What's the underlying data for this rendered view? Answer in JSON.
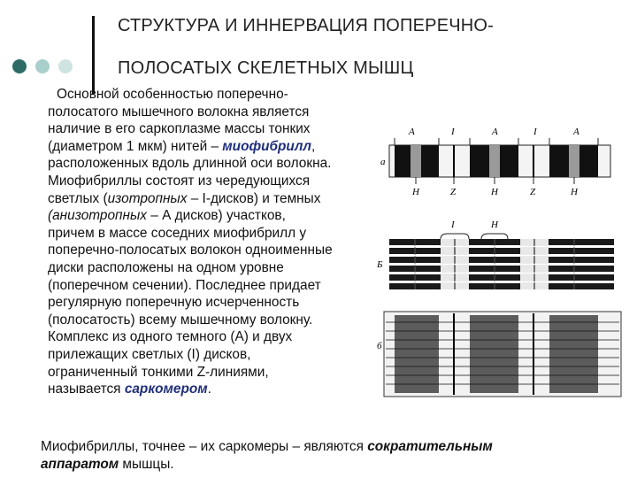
{
  "title": {
    "line1": "СТРУКТУРА И ИННЕРВАЦИЯ ПОПЕРЕЧНО-",
    "line2": "ПОЛОСАТЫХ СКЕЛЕТНЫХ МЫШЦ"
  },
  "decoration": {
    "dot_colors": [
      "#2e6b66",
      "#a8cfcc",
      "#cfe3e1"
    ]
  },
  "paragraph": {
    "l1": "Основной особенностью поперечно-",
    "l2": "полосатого мышечного волокна является",
    "l3": "наличие в его саркоплазме массы тонких",
    "l4a": "(диаметром 1 мкм) нитей – ",
    "l4b": "миофибрилл",
    "l4c": ",",
    "l5": "расположенных вдоль длинной оси волокна.",
    "l6": "Миофибриллы состоят из чередующихся",
    "l7a": "светлых (",
    "l7b": "изотропных",
    "l7c": " – I-дисков) и темных",
    "l8a": "(анизотропных",
    "l8b": " – А дисков) участков,",
    "l9": "причем в массе соседних миофибрилл у",
    "l10": "поперечно-полосатых волокон одноименные",
    "l11": "диски расположены на одном уровне",
    "l12": "(поперечном сечении). Последнее придает",
    "l13": "регулярную поперечную исчерченность",
    "l14": "(полосатость) всему мышечному волокну.",
    "l15": "Комплекс из одного темного (А) и двух",
    "l16": "прилежащих светлых (I) дисков,",
    "l17": "ограниченный тонкими Z-линиями,",
    "l18a": "называется ",
    "l18b": "саркомером",
    "l18c": "."
  },
  "bottom": {
    "l1a": "Миофибриллы, точнее – их саркомеры – являются ",
    "l1b": "сократительным",
    "l2a": "аппаратом",
    "l2b": " мышцы."
  },
  "figure": {
    "panel_a": {
      "tag": "а",
      "top_labels": [
        "A",
        "I",
        "A",
        "I",
        "A"
      ],
      "bottom_labels": [
        "H",
        "Z",
        "H",
        "Z",
        "H"
      ]
    },
    "panel_b": {
      "tag": "Б",
      "labels": [
        "I",
        "H"
      ]
    },
    "panel_c": {
      "tag": "б"
    }
  }
}
